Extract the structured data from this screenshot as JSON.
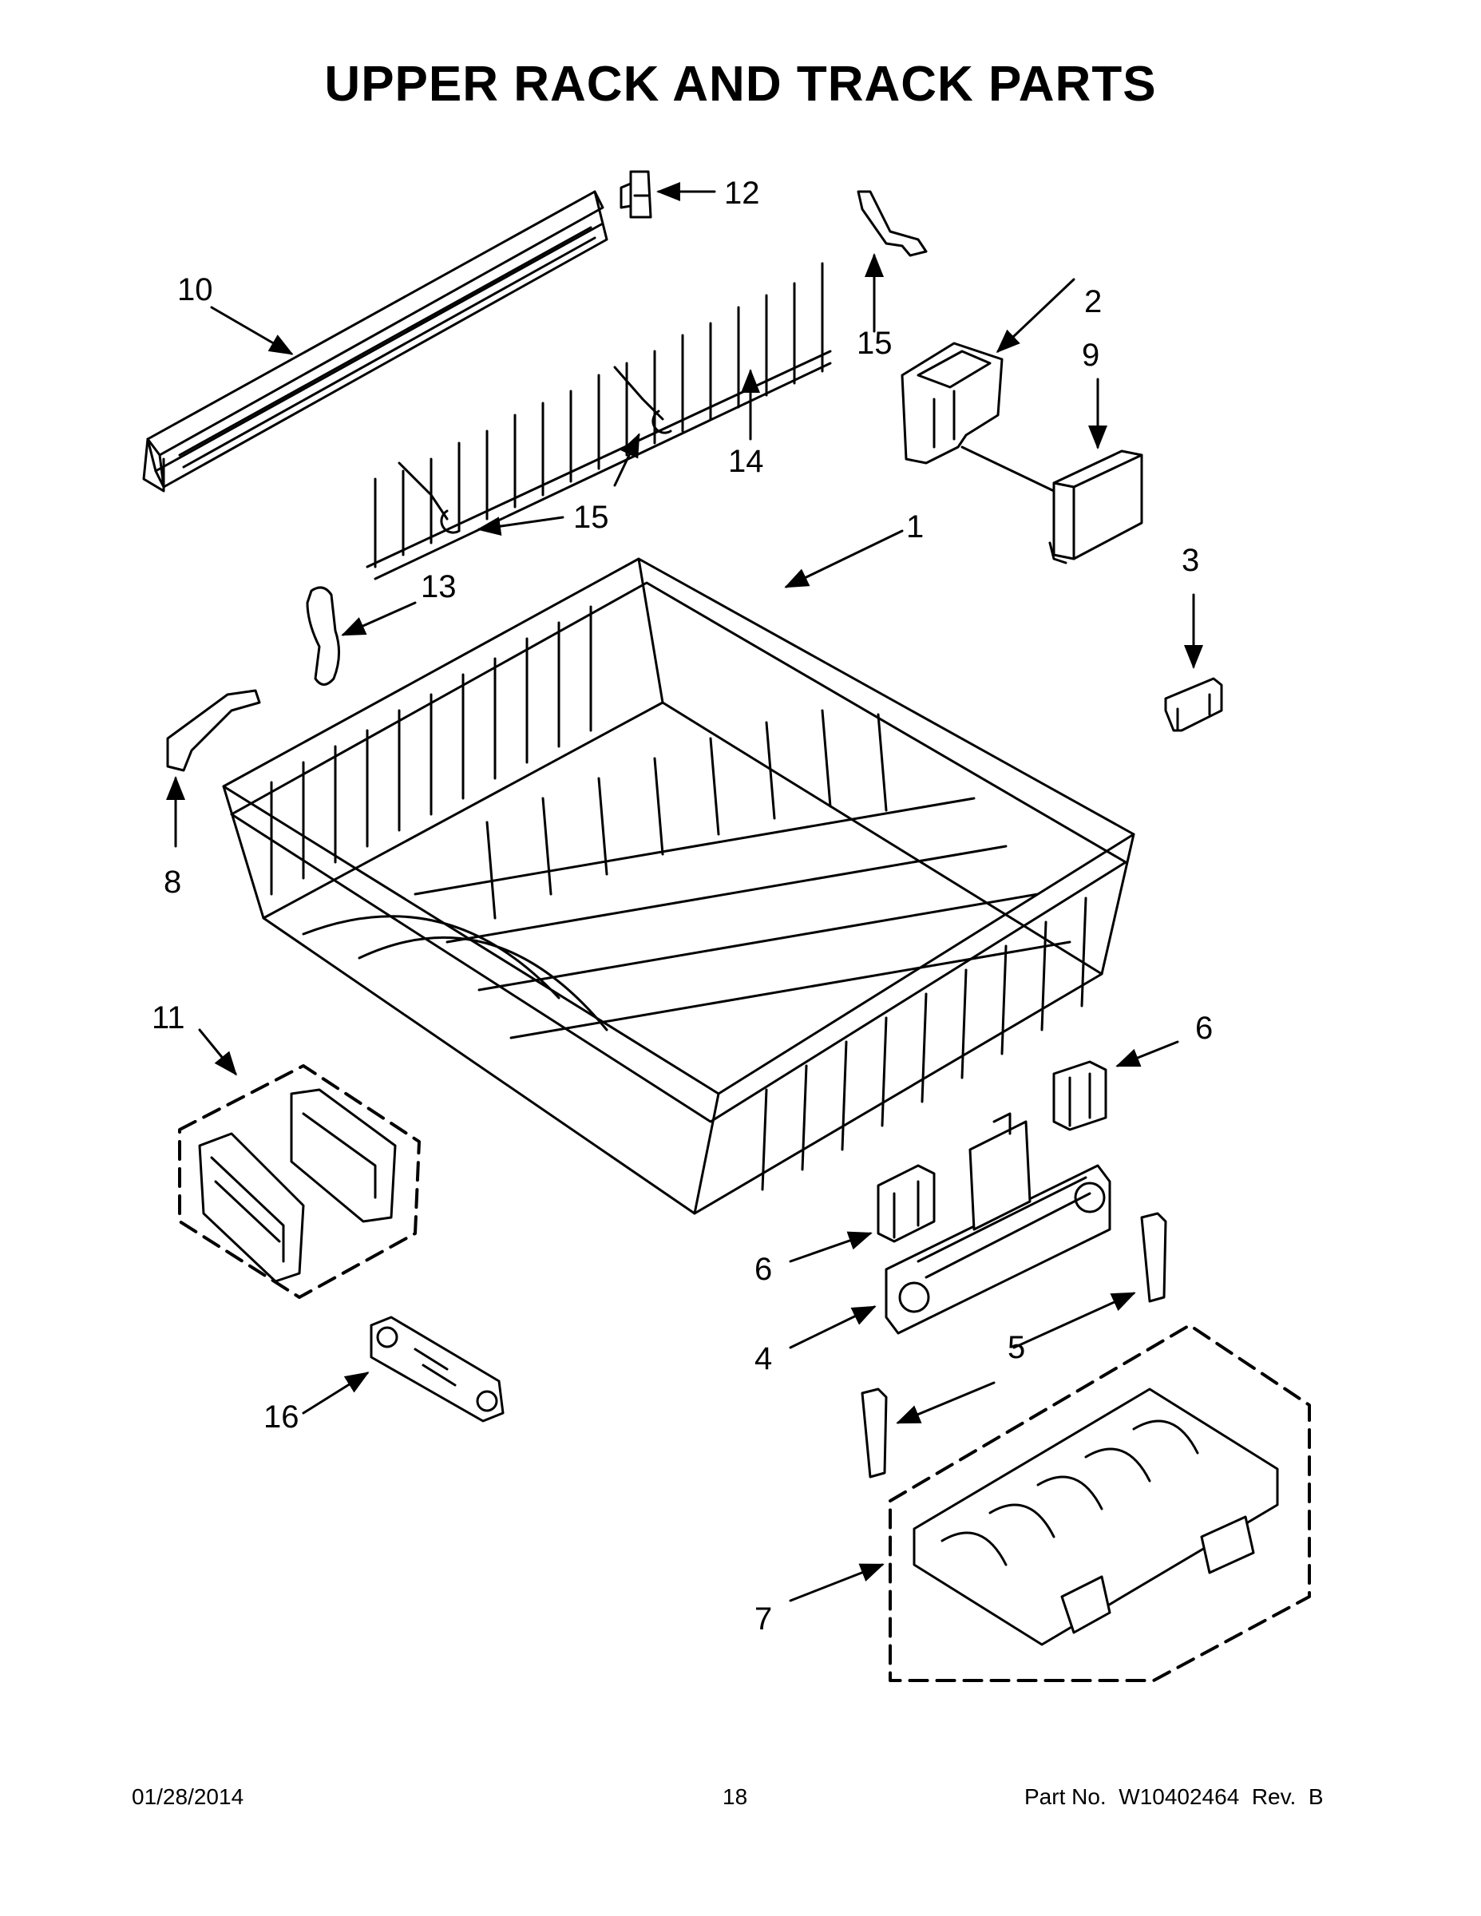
{
  "title": "UPPER RACK AND TRACK PARTS",
  "callouts": [
    "1",
    "2",
    "3",
    "4",
    "5",
    "6",
    "6",
    "7",
    "8",
    "9",
    "10",
    "11",
    "12",
    "13",
    "14",
    "15",
    "15",
    "16"
  ],
  "footer": {
    "date": "01/28/2014",
    "page": "18",
    "part_no": "Part No.  W10402464  Rev.  B"
  }
}
